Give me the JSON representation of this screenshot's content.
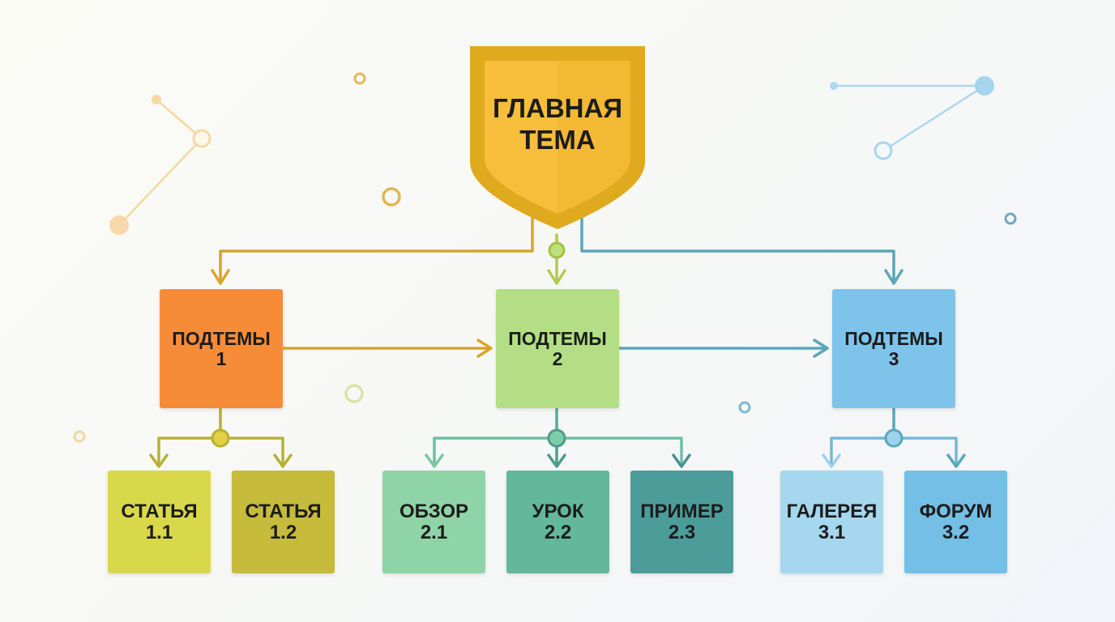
{
  "root": {
    "line1": "ГЛАВНАЯ",
    "line2": "ТЕМА"
  },
  "subtopics": [
    {
      "line1": "ПОДТЕМЫ",
      "line2": "1"
    },
    {
      "line1": "ПОДТЕМЫ",
      "line2": "2"
    },
    {
      "line1": "ПОДТЕМЫ",
      "line2": "3"
    }
  ],
  "leaves": [
    {
      "line1": "СТАТЬЯ",
      "line2": "1.1"
    },
    {
      "line1": "СТАТЬЯ",
      "line2": "1.2"
    },
    {
      "line1": "ОБЗОР",
      "line2": "2.1"
    },
    {
      "line1": "УРОК",
      "line2": "2.2"
    },
    {
      "line1": "ПРИМЕР",
      "line2": "2.3"
    },
    {
      "line1": "ГАЛЕРЕЯ",
      "line2": "3.1"
    },
    {
      "line1": "ФОРУМ",
      "line2": "3.2"
    }
  ],
  "colors": {
    "root_outer": "#e0aa1e",
    "root_inner": "#f6be3a",
    "sub1": "#f78c38",
    "sub2": "#b3de85",
    "sub3": "#7ec4ea",
    "leaf_1_1": "#d9d84a",
    "leaf_1_2": "#c7bb3c",
    "leaf_2_1": "#8fd4a6",
    "leaf_2_2": "#63b89c",
    "leaf_2_3": "#4c9c9a",
    "leaf_3_1": "#a5d8ee",
    "leaf_3_2": "#73bfe6",
    "connector_gold": "#d7a52a",
    "connector_olive": "#b8b036",
    "connector_teal": "#5aa7ba"
  }
}
